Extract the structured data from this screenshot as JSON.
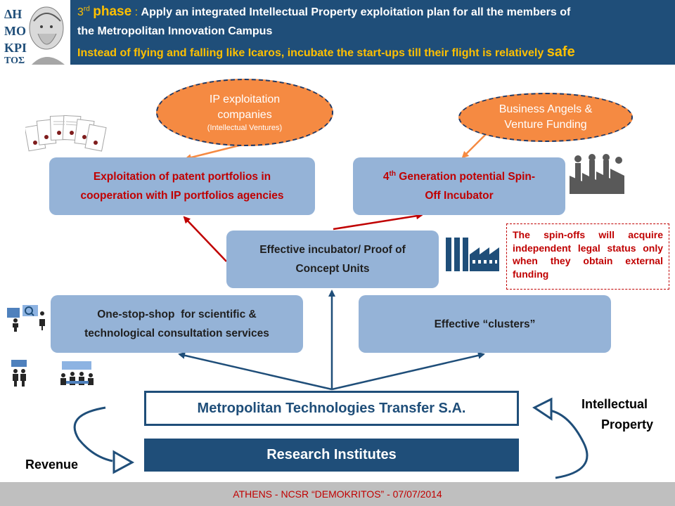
{
  "header": {
    "phase_ordinal": "3",
    "phase_suffix": "rd",
    "phase_word": "phase",
    "separator": " : ",
    "line1_text": "Apply an integrated Intellectual Property exploitation plan for all the members of",
    "line2_text": "the Metropolitan Innovation Campus",
    "line3_text": "Instead of flying and falling like Icaros, incubate the start-ups till their flight is relatively ",
    "line3_emph": "safe",
    "logo_text": "ΔΗΜΟΚΡΙΤΟΣ"
  },
  "ellipses": {
    "ip_companies": {
      "line1": "IP exploitation",
      "line2": "companies",
      "line3": "(Intellectual Ventures)"
    },
    "business_angels": {
      "line1": "Business Angels &",
      "line2": "Venture Funding"
    }
  },
  "boxes": {
    "patent_portfolios": {
      "line1": "Exploitation of patent portfolios in",
      "line2": "cooperation with IP portfolios agencies"
    },
    "spinoff_incubator": {
      "line1_pre": "4",
      "line1_sup": "th",
      "line1_post": " Generation potential Spin-",
      "line2": "Off Incubator"
    },
    "incubator": {
      "line1": "Effective incubator/ Proof of",
      "line2": "Concept Units"
    },
    "one_stop_shop": {
      "line1": "One-stop-shop  for scientific &",
      "line2": "technological consultation services"
    },
    "clusters": {
      "line1": "Effective “clusters”"
    }
  },
  "note": "The spin-offs will acquire independent legal status only when they obtain external funding",
  "mtt_label": "Metropolitan Technologies Transfer S.A.",
  "research_label": "Research Institutes",
  "side_labels": {
    "revenue": "Revenue",
    "ip_line1": "Intellectual",
    "ip_line2": "Property"
  },
  "footer": "ATHENS  - NCSR “DEMOKRITOS” - 07/07/2014",
  "colors": {
    "header_bg": "#1f4e79",
    "accent_yellow": "#ffc000",
    "box_fill": "#95b3d7",
    "ellipse_fill": "#f58a42",
    "red_text": "#c00000",
    "navy": "#1f4e79"
  }
}
